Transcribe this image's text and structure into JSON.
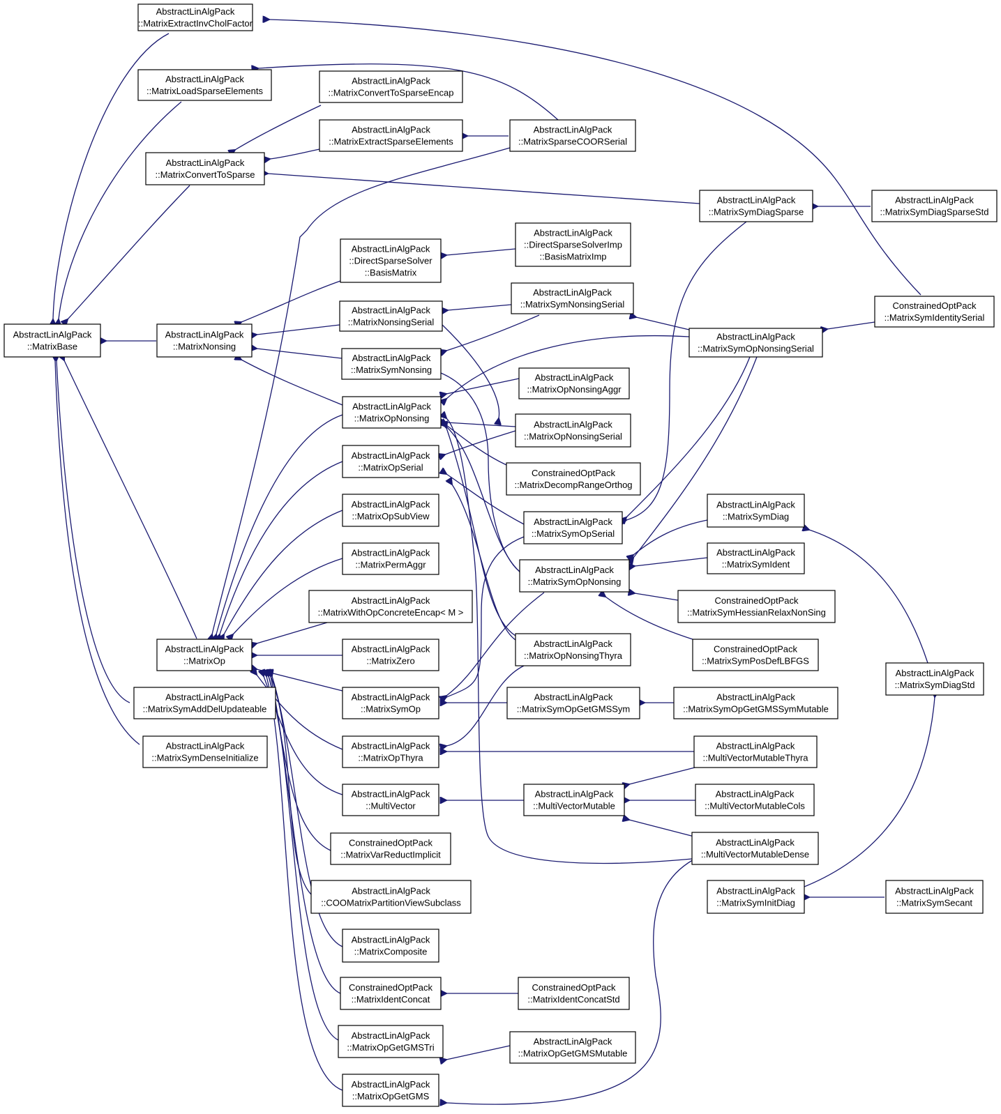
{
  "diagram": {
    "nodes": [
      {
        "id": "MatrixExtractInvCholFactor",
        "lines": [
          "AbstractLinAlgPack",
          "::MatrixExtractInvCholFactor"
        ]
      },
      {
        "id": "MatrixLoadSparseElements",
        "lines": [
          "AbstractLinAlgPack",
          "::MatrixLoadSparseElements"
        ]
      },
      {
        "id": "MatrixConvertToSparseEncap",
        "lines": [
          "AbstractLinAlgPack",
          "::MatrixConvertToSparseEncap"
        ]
      },
      {
        "id": "MatrixExtractSparseElements",
        "lines": [
          "AbstractLinAlgPack",
          "::MatrixExtractSparseElements"
        ]
      },
      {
        "id": "MatrixSparseCOORSerial",
        "lines": [
          "AbstractLinAlgPack",
          "::MatrixSparseCOORSerial"
        ]
      },
      {
        "id": "MatrixConvertToSparse",
        "lines": [
          "AbstractLinAlgPack",
          "::MatrixConvertToSparse"
        ]
      },
      {
        "id": "MatrixSymDiagSparse",
        "lines": [
          "AbstractLinAlgPack",
          "::MatrixSymDiagSparse"
        ]
      },
      {
        "id": "MatrixSymDiagSparseStd",
        "lines": [
          "AbstractLinAlgPack",
          "::MatrixSymDiagSparseStd"
        ]
      },
      {
        "id": "DirectSparseSolverBasisMatrix",
        "lines": [
          "AbstractLinAlgPack",
          "::DirectSparseSolver",
          "::BasisMatrix"
        ]
      },
      {
        "id": "DirectSparseSolverImpBasisMatrixImp",
        "lines": [
          "AbstractLinAlgPack",
          "::DirectSparseSolverImp",
          "::BasisMatrixImp"
        ]
      },
      {
        "id": "MatrixNonsingSerial",
        "lines": [
          "AbstractLinAlgPack",
          "::MatrixNonsingSerial"
        ]
      },
      {
        "id": "MatrixSymNonsingSerial",
        "lines": [
          "AbstractLinAlgPack",
          "::MatrixSymNonsingSerial"
        ]
      },
      {
        "id": "MatrixSymIdentitySerial",
        "lines": [
          "ConstrainedOptPack",
          "::MatrixSymIdentitySerial"
        ]
      },
      {
        "id": "MatrixBase",
        "lines": [
          "AbstractLinAlgPack",
          "::MatrixBase"
        ]
      },
      {
        "id": "MatrixNonsing",
        "lines": [
          "AbstractLinAlgPack",
          "::MatrixNonsing"
        ]
      },
      {
        "id": "MatrixSymOpNonsingSerial",
        "lines": [
          "AbstractLinAlgPack",
          "::MatrixSymOpNonsingSerial"
        ]
      },
      {
        "id": "MatrixSymNonsing",
        "lines": [
          "AbstractLinAlgPack",
          "::MatrixSymNonsing"
        ]
      },
      {
        "id": "MatrixOpNonsingAggr",
        "lines": [
          "AbstractLinAlgPack",
          "::MatrixOpNonsingAggr"
        ]
      },
      {
        "id": "MatrixOpNonsing",
        "lines": [
          "AbstractLinAlgPack",
          "::MatrixOpNonsing"
        ]
      },
      {
        "id": "MatrixOpNonsingSerial",
        "lines": [
          "AbstractLinAlgPack",
          "::MatrixOpNonsingSerial"
        ]
      },
      {
        "id": "MatrixOpSerial",
        "lines": [
          "AbstractLinAlgPack",
          "::MatrixOpSerial"
        ]
      },
      {
        "id": "MatrixDecompRangeOrthog",
        "lines": [
          "ConstrainedOptPack",
          "::MatrixDecompRangeOrthog"
        ]
      },
      {
        "id": "MatrixSymDiag",
        "lines": [
          "AbstractLinAlgPack",
          "::MatrixSymDiag"
        ]
      },
      {
        "id": "MatrixOpSubView",
        "lines": [
          "AbstractLinAlgPack",
          "::MatrixOpSubView"
        ]
      },
      {
        "id": "MatrixSymOpSerial",
        "lines": [
          "AbstractLinAlgPack",
          "::MatrixSymOpSerial"
        ]
      },
      {
        "id": "MatrixPermAggr",
        "lines": [
          "AbstractLinAlgPack",
          "::MatrixPermAggr"
        ]
      },
      {
        "id": "MatrixSymIdent",
        "lines": [
          "AbstractLinAlgPack",
          "::MatrixSymIdent"
        ]
      },
      {
        "id": "MatrixSymOpNonsing",
        "lines": [
          "AbstractLinAlgPack",
          "::MatrixSymOpNonsing"
        ]
      },
      {
        "id": "MatrixWithOpConcreteEncap",
        "lines": [
          "AbstractLinAlgPack",
          "::MatrixWithOpConcreteEncap< M >"
        ]
      },
      {
        "id": "MatrixSymHessianRelaxNonSing",
        "lines": [
          "ConstrainedOptPack",
          "::MatrixSymHessianRelaxNonSing"
        ]
      },
      {
        "id": "MatrixOp",
        "lines": [
          "AbstractLinAlgPack",
          "::MatrixOp"
        ]
      },
      {
        "id": "MatrixZero",
        "lines": [
          "AbstractLinAlgPack",
          "::MatrixZero"
        ]
      },
      {
        "id": "MatrixOpNonsingThyra",
        "lines": [
          "AbstractLinAlgPack",
          "::MatrixOpNonsingThyra"
        ]
      },
      {
        "id": "MatrixSymPosDefLBFGS",
        "lines": [
          "ConstrainedOptPack",
          "::MatrixSymPosDefLBFGS"
        ]
      },
      {
        "id": "MatrixSymDiagStd",
        "lines": [
          "AbstractLinAlgPack",
          "::MatrixSymDiagStd"
        ]
      },
      {
        "id": "MatrixSymAddDelUpdateable",
        "lines": [
          "AbstractLinAlgPack",
          "::MatrixSymAddDelUpdateable"
        ]
      },
      {
        "id": "MatrixSymOp",
        "lines": [
          "AbstractLinAlgPack",
          "::MatrixSymOp"
        ]
      },
      {
        "id": "MatrixSymOpGetGMSSym",
        "lines": [
          "AbstractLinAlgPack",
          "::MatrixSymOpGetGMSSym"
        ]
      },
      {
        "id": "MatrixSymOpGetGMSSymMutable",
        "lines": [
          "AbstractLinAlgPack",
          "::MatrixSymOpGetGMSSymMutable"
        ]
      },
      {
        "id": "MatrixSymDenseInitialize",
        "lines": [
          "AbstractLinAlgPack",
          "::MatrixSymDenseInitialize"
        ]
      },
      {
        "id": "MatrixOpThyra",
        "lines": [
          "AbstractLinAlgPack",
          "::MatrixOpThyra"
        ]
      },
      {
        "id": "MultiVectorMutableThyra",
        "lines": [
          "AbstractLinAlgPack",
          "::MultiVectorMutableThyra"
        ]
      },
      {
        "id": "MultiVector",
        "lines": [
          "AbstractLinAlgPack",
          "::MultiVector"
        ]
      },
      {
        "id": "MultiVectorMutable",
        "lines": [
          "AbstractLinAlgPack",
          "::MultiVectorMutable"
        ]
      },
      {
        "id": "MultiVectorMutableCols",
        "lines": [
          "AbstractLinAlgPack",
          "::MultiVectorMutableCols"
        ]
      },
      {
        "id": "MatrixVarReductImplicit",
        "lines": [
          "ConstrainedOptPack",
          "::MatrixVarReductImplicit"
        ]
      },
      {
        "id": "MultiVectorMutableDense",
        "lines": [
          "AbstractLinAlgPack",
          "::MultiVectorMutableDense"
        ]
      },
      {
        "id": "COOMatrixPartitionViewSubclass",
        "lines": [
          "AbstractLinAlgPack",
          "::COOMatrixPartitionViewSubclass"
        ]
      },
      {
        "id": "MatrixSymInitDiag",
        "lines": [
          "AbstractLinAlgPack",
          "::MatrixSymInitDiag"
        ]
      },
      {
        "id": "MatrixSymSecant",
        "lines": [
          "AbstractLinAlgPack",
          "::MatrixSymSecant"
        ]
      },
      {
        "id": "MatrixComposite",
        "lines": [
          "AbstractLinAlgPack",
          "::MatrixComposite"
        ]
      },
      {
        "id": "MatrixIdentConcat",
        "lines": [
          "ConstrainedOptPack",
          "::MatrixIdentConcat"
        ]
      },
      {
        "id": "MatrixIdentConcatStd",
        "lines": [
          "ConstrainedOptPack",
          "::MatrixIdentConcatStd"
        ]
      },
      {
        "id": "MatrixOpGetGMSTri",
        "lines": [
          "AbstractLinAlgPack",
          "::MatrixOpGetGMSTri"
        ]
      },
      {
        "id": "MatrixOpGetGMSMutable",
        "lines": [
          "AbstractLinAlgPack",
          "::MatrixOpGetGMSMutable"
        ]
      },
      {
        "id": "MatrixOpGetGMS",
        "lines": [
          "AbstractLinAlgPack",
          "::MatrixOpGetGMS"
        ]
      }
    ]
  }
}
